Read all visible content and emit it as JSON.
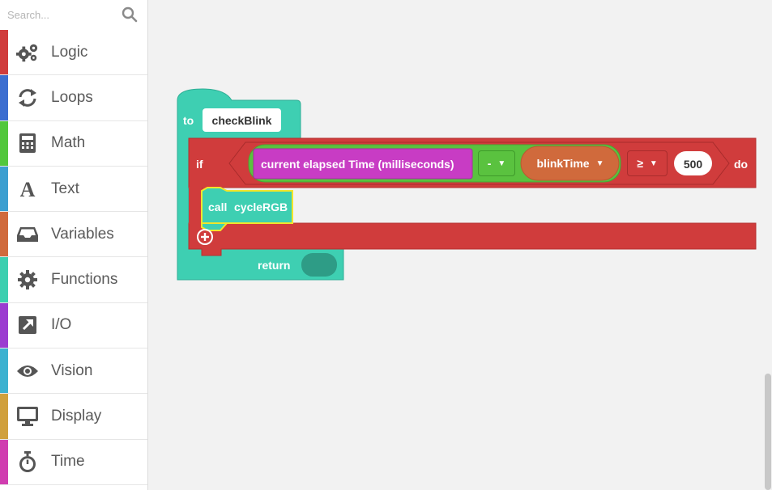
{
  "search": {
    "placeholder": "Search..."
  },
  "categories": [
    {
      "label": "Logic",
      "color": "#d03c3c",
      "icon": "gears-icon"
    },
    {
      "label": "Loops",
      "color": "#3c6ed0",
      "icon": "sync-icon"
    },
    {
      "label": "Math",
      "color": "#52c73d",
      "icon": "calculator-icon"
    },
    {
      "label": "Text",
      "color": "#3d9fd0",
      "icon": "letter-a-icon"
    },
    {
      "label": "Variables",
      "color": "#d06a3c",
      "icon": "inbox-icon"
    },
    {
      "label": "Functions",
      "color": "#3dcfb0",
      "icon": "gear-icon"
    },
    {
      "label": "I/O",
      "color": "#9b3dd0",
      "icon": "external-link-icon"
    },
    {
      "label": "Vision",
      "color": "#3db1d0",
      "icon": "eye-icon"
    },
    {
      "label": "Display",
      "color": "#d0a03d",
      "icon": "monitor-icon"
    },
    {
      "label": "Time",
      "color": "#d03db0",
      "icon": "stopwatch-icon"
    }
  ],
  "blocks": {
    "function_def": {
      "to_label": "to",
      "name": "checkBlink",
      "return_label": "return",
      "color": "#3ecfb2"
    },
    "if_block": {
      "if_label": "if",
      "do_label": "do",
      "color": "#d03c3c"
    },
    "elapsed_time": {
      "label": "current elapsed Time (milliseconds)",
      "color": "#c83cc4"
    },
    "minus_op": {
      "label": "-"
    },
    "variable": {
      "label": "blinkTime",
      "color": "#d06a3c"
    },
    "compare_op": {
      "label": "≥"
    },
    "number": {
      "value": "500"
    },
    "call": {
      "call_label": "call",
      "name": "cycleRGB"
    }
  }
}
